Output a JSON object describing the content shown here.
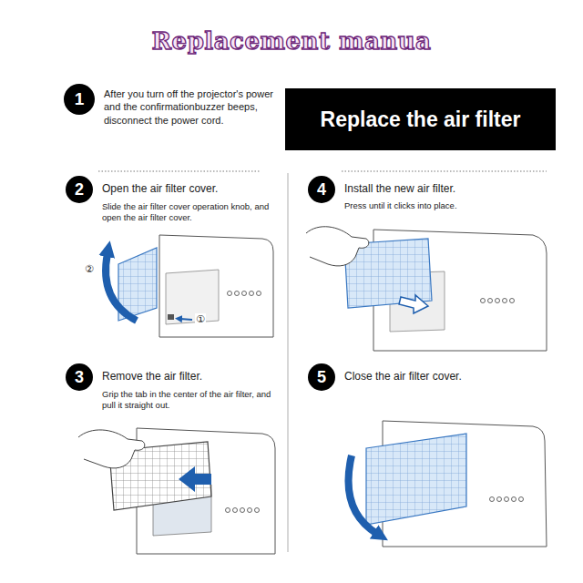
{
  "diagram": {
    "title": "Replacement manua",
    "nodes": [
      {
        "text": [
          "1"
        ]
      },
      {
        "text": [
          "Replace the air filter"
        ]
      },
      {
        "text": [
          "2"
        ]
      },
      {
        "text": [
          "4"
        ]
      },
      {
        "text": [
          "3"
        ]
      },
      {
        "text": [
          "5"
        ]
      }
    ],
    "labels": [
      "After you turn off the projector's power and the confirmationbuzzer beeps, disconnect the power cord.",
      "Open the air filter cover.",
      "Install the new air filter.",
      "Slide the air filter cover operation knob, and open the air filter cover.",
      "Press until it clicks into place.",
      "②",
      "①",
      "Remove the air filter.",
      "Close the air filter cover.",
      "Grip the tab in the center of the air filter, and pull it straight out."
    ]
  }
}
